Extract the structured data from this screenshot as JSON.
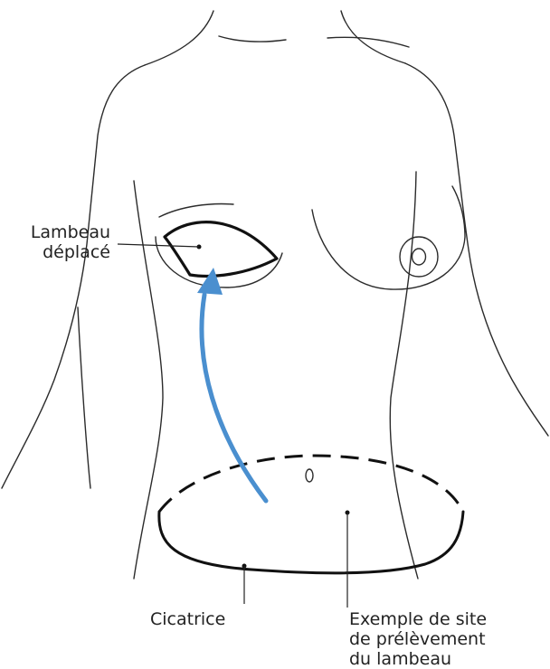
{
  "labels": {
    "displaced_flap": [
      "Lambeau",
      "déplacé"
    ],
    "scar": "Cicatrice",
    "donor_site": [
      "Exemple de site",
      "de prélèvement",
      "du lambeau"
    ]
  },
  "colors": {
    "outline": "#2b2b2b",
    "incision": "#111111",
    "arrow": "#4a8fcf",
    "text": "#222222"
  }
}
